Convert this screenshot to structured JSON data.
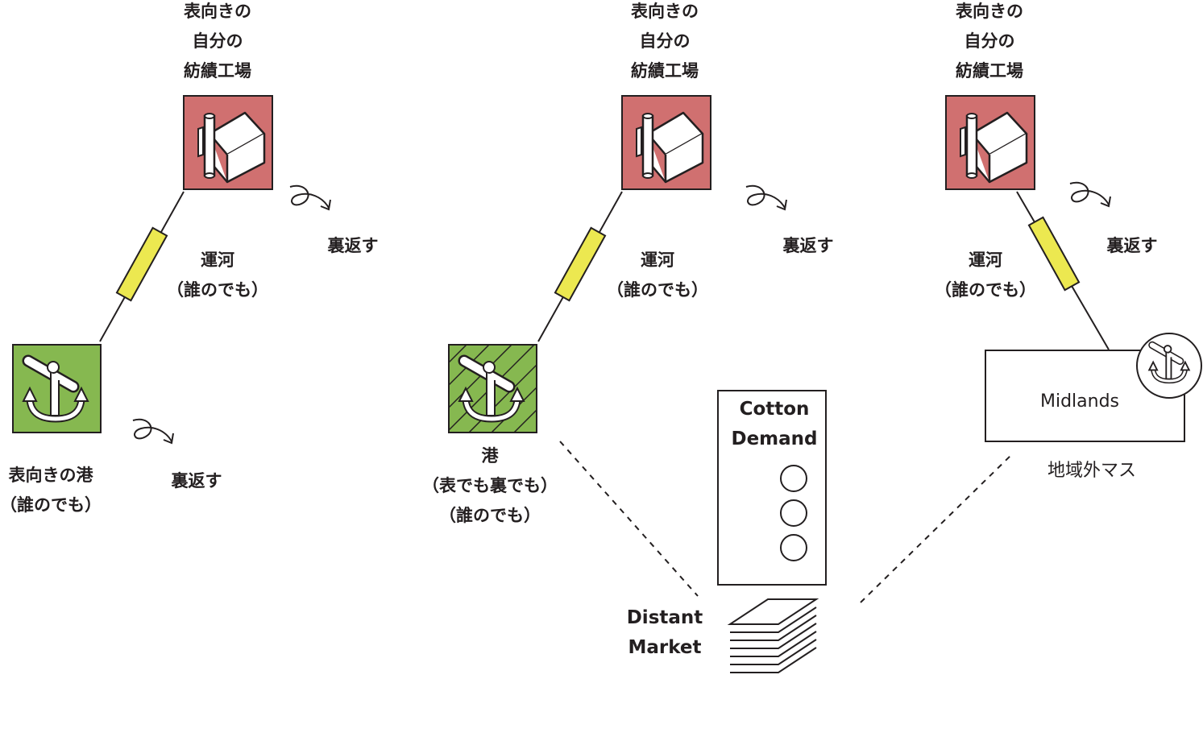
{
  "colors": {
    "mill": "#d07070",
    "port": "#86b850",
    "canal": "#ece850",
    "stroke": "#231f20"
  },
  "panels": [
    {
      "mill_label": [
        "表向きの",
        "自分の",
        "紡績工場"
      ],
      "canal_label": [
        "運河",
        "（誰のでも）"
      ],
      "flip_labels": [
        "裏返す",
        "裏返す"
      ],
      "port_label": [
        "表向きの港",
        "（誰のでも）"
      ]
    },
    {
      "mill_label": [
        "表向きの",
        "自分の",
        "紡績工場"
      ],
      "canal_label": [
        "運河",
        "（誰のでも）"
      ],
      "flip_labels": [
        "裏返す"
      ],
      "port_label": [
        "港",
        "（表でも裏でも）",
        "（誰のでも）"
      ],
      "cotton_demand": {
        "title": [
          "Cotton",
          "Demand"
        ],
        "slots": 3
      },
      "distant_market": [
        "Distant",
        "Market"
      ]
    },
    {
      "mill_label": [
        "表向きの",
        "自分の",
        "紡績工場"
      ],
      "canal_label": [
        "運河",
        "（誰のでも）"
      ],
      "flip_labels": [
        "裏返す"
      ],
      "location": {
        "name": "Midlands",
        "caption": "地域外マス"
      }
    }
  ]
}
